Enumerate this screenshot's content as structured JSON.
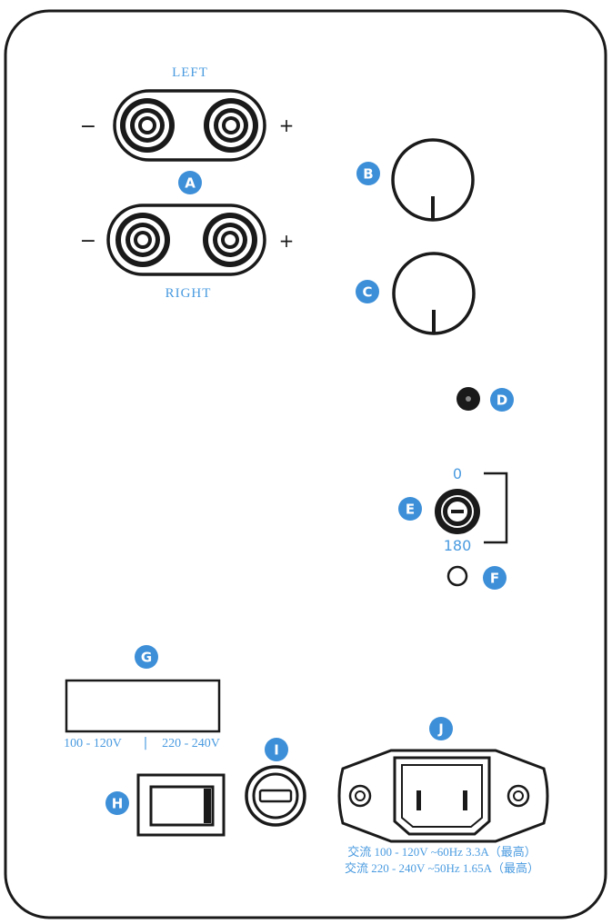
{
  "colors": {
    "outline": "#1a1a1a",
    "accent": "#3d8fd8",
    "accent_text": "#4a9be0",
    "background": "#ffffff"
  },
  "panel": {
    "speaker_outputs": {
      "left_label": "LEFT",
      "right_label": "RIGHT",
      "minus": "−",
      "plus": "+"
    },
    "phase": {
      "label_top": "0",
      "label_bottom": "180"
    },
    "voltage": {
      "label_left": "100 - 120V",
      "divider": "|",
      "label_right": "220 - 240V"
    },
    "power_rating": {
      "line1": "交流 100 - 120V ~60Hz 3.3A（最高）",
      "line2": "交流 220 - 240V ~50Hz 1.65A（最高）"
    }
  },
  "markers": {
    "A": "A",
    "B": "B",
    "C": "C",
    "D": "D",
    "E": "E",
    "F": "F",
    "G": "G",
    "H": "H",
    "I": "I",
    "J": "J"
  }
}
